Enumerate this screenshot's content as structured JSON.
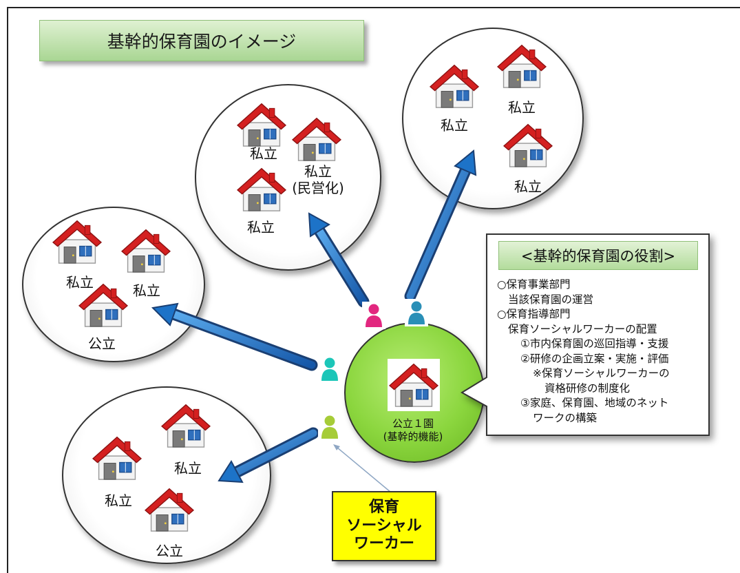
{
  "title": "基幹的保育園のイメージ",
  "clusters": [
    {
      "id": "upper-middle",
      "labels": [
        "私立",
        "私立\n(民営化)",
        "私立"
      ]
    },
    {
      "id": "upper-right",
      "labels": [
        "私立",
        "私立",
        "私立"
      ]
    },
    {
      "id": "middle-left",
      "labels": [
        "私立",
        "私立",
        "公立"
      ]
    },
    {
      "id": "lower-left",
      "labels": [
        "私立",
        "私立",
        "公立"
      ]
    }
  ],
  "hub": {
    "label": "公立１園\n(基幹的機能)",
    "color": "#8bd63e"
  },
  "roles": {
    "heading": "<基幹的保育園の役割>",
    "lines": [
      "○保育事業部門",
      "当該保育園の運営",
      "○保育指導部門",
      "保育ソーシャルワーカーの配置",
      "①市内保育園の巡回指導・支援",
      "②研修の企画立案・実施・評価",
      "※保育ソーシャルワーカーの",
      "資格研修の制度化",
      "③家庭、保育園、地域のネット",
      "ワークの構築"
    ]
  },
  "social_worker_box": {
    "text": "保育\nソーシャル\nワーカー",
    "color": "#ffff00"
  },
  "colors": {
    "arrow": "#1d73c8",
    "house_roof": "#d42020",
    "house_wall": "#f3f3f3",
    "title_band": "#b5dc9e",
    "person_colors": [
      "#e2277f",
      "#2a8fb7",
      "#1cc6b8",
      "#a6cc38"
    ]
  },
  "icons": [
    "house-icon",
    "person-icon",
    "arrow"
  ]
}
